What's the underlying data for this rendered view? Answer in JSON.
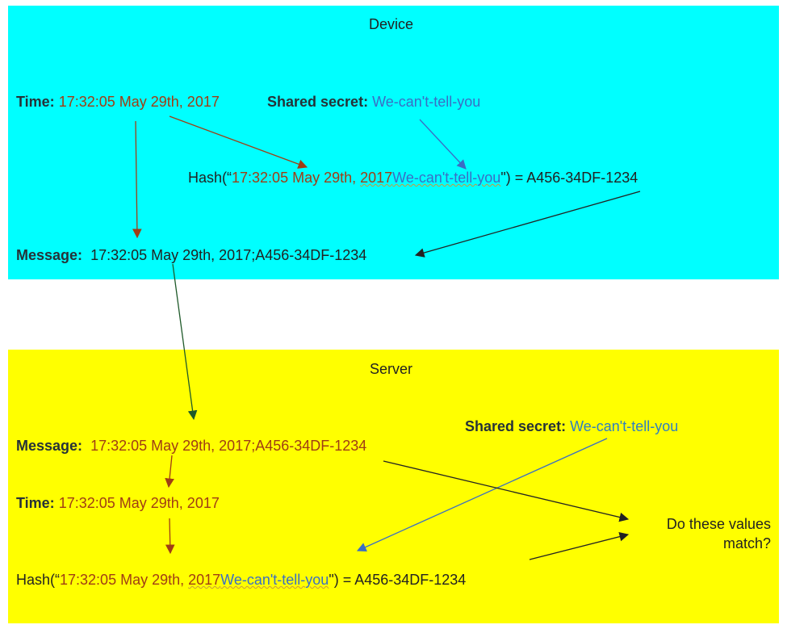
{
  "device": {
    "title": "Device",
    "time_label": "Time:",
    "time_value": "17:32:05 May 29th, 2017",
    "secret_label": "Shared secret:",
    "secret_value": "We-can't-tell-you",
    "hash_prefix": "Hash(“",
    "hash_time": "17:32:05 May 29th, ",
    "hash_year": "2017",
    "hash_secret": "We-can't-tell-you",
    "hash_suffix": "\") = A456-34DF-1234",
    "message_label": "Message:",
    "message_value": "17:32:05 May 29th, 2017;A456-34DF-1234"
  },
  "server": {
    "title": "Server",
    "secret_label": "Shared secret:",
    "secret_value": "We-can't-tell-you",
    "message_label": "Message:",
    "message_value": "17:32:05 May 29th, 2017;A456-34DF-1234",
    "time_label": "Time:",
    "time_value": "17:32:05 May 29th, 2017",
    "hash_prefix": "Hash(“",
    "hash_time": "17:32:05 May 29th, ",
    "hash_year": "2017",
    "hash_secret": "We-can't-tell-you",
    "hash_suffix": "\") = A456-34DF-1234",
    "question_line1": "Do these values",
    "question_line2": "match?"
  },
  "colors": {
    "device_bg": "#00ffff",
    "server_bg": "#ffff00",
    "time_text": "#a03d14",
    "secret_text": "#3a6ec4",
    "arrow_red": "#a03d14",
    "arrow_blue": "#3a6ec4",
    "arrow_green": "#1f5a2a",
    "arrow_dark": "#222222"
  }
}
